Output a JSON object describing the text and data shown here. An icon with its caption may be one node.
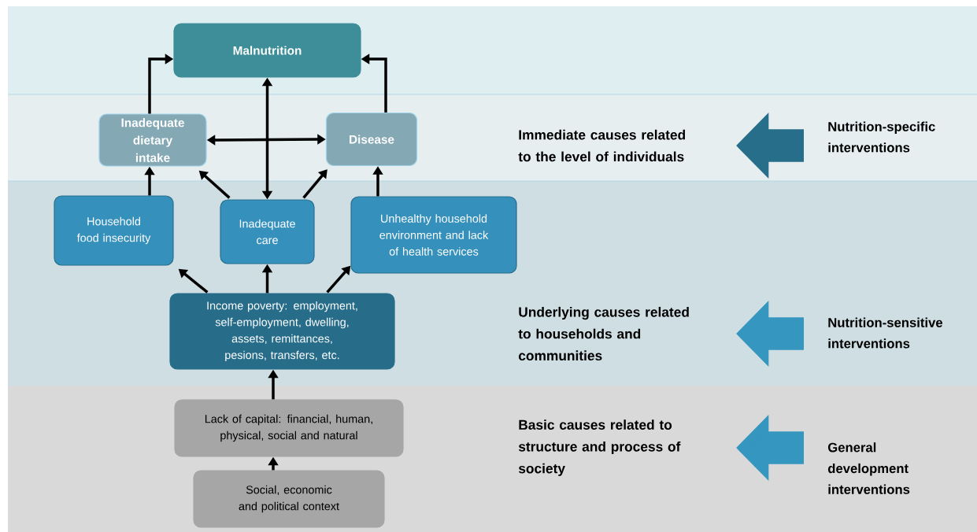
{
  "diagram": {
    "nodes": [
      {
        "text": [
          "Malnutrition"
        ]
      },
      {
        "text": [
          "Inadequate dietary intake"
        ]
      },
      {
        "text": [
          "Disease"
        ]
      },
      {
        "text": [
          "Household food insecurity"
        ]
      },
      {
        "text": [
          "Inadequate care"
        ]
      },
      {
        "text": [
          "Unhealthy household environment and lack of health services"
        ]
      },
      {
        "text": [
          "Income poverty: employment, self-employment, dwelling, assets, remittances, pesions, transfers, etc."
        ]
      },
      {
        "text": [
          "Lack of capital: financial, human, physical, social and natural"
        ]
      },
      {
        "text": [
          "Social, economic and political context"
        ]
      },
      {
        "text": [
          "Immediate causes related to the level of individuals"
        ]
      },
      {
        "text": [
          "Nutrition-specific interventions"
        ]
      },
      {
        "text": [
          "Underlying causes related to households and communities"
        ]
      },
      {
        "text": [
          "Nutrition-sensitive interventions"
        ]
      },
      {
        "text": [
          "Basic causes related to structure and process of society"
        ]
      },
      {
        "text": [
          "General development interventions"
        ]
      }
    ],
    "edges": [
      {
        "from": 1,
        "to": 0,
        "arrow": "to"
      },
      {
        "from": 2,
        "to": 0,
        "arrow": "to"
      },
      {
        "from": 4,
        "to": 0,
        "arrow": "both"
      },
      {
        "from": 1,
        "to": 2,
        "arrow": "both"
      },
      {
        "from": 3,
        "to": 1,
        "arrow": "to"
      },
      {
        "from": 4,
        "to": 1,
        "arrow": "to"
      },
      {
        "from": 4,
        "to": 2,
        "arrow": "to"
      },
      {
        "from": 5,
        "to": 2,
        "arrow": "to"
      },
      {
        "from": 6,
        "to": 3,
        "arrow": "to"
      },
      {
        "from": 6,
        "to": 4,
        "arrow": "to"
      },
      {
        "from": 6,
        "to": 5,
        "arrow": "to"
      },
      {
        "from": 7,
        "to": 6,
        "arrow": "to"
      },
      {
        "from": 8,
        "to": 7,
        "arrow": "to"
      },
      {
        "from": 10,
        "to": 9,
        "arrow": "to",
        "style": "thick",
        "color": "#276e8b"
      },
      {
        "from": 12,
        "to": 11,
        "arrow": "to",
        "style": "thick",
        "color": "#3596bf"
      },
      {
        "from": 14,
        "to": 13,
        "arrow": "to",
        "style": "thick",
        "color": "#3596bf"
      }
    ]
  }
}
